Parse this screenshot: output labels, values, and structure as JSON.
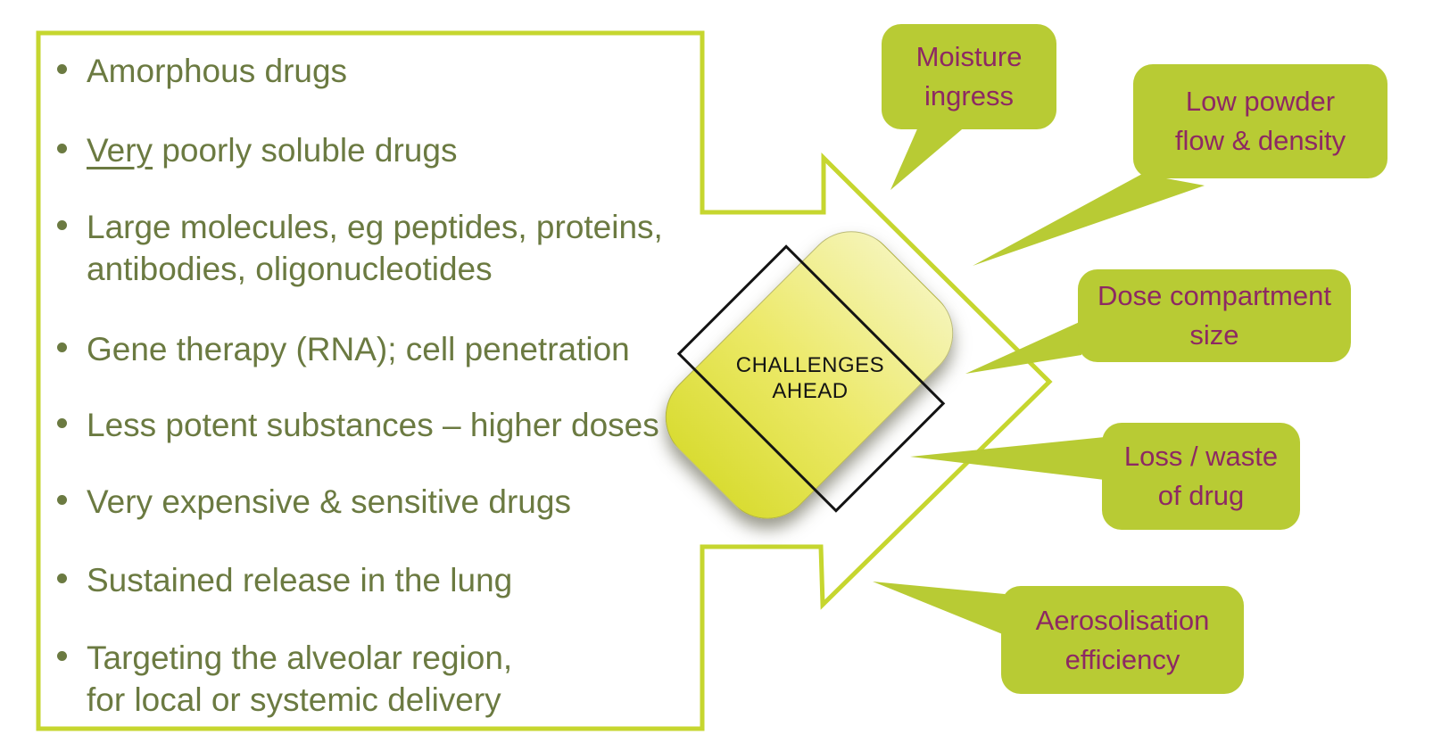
{
  "bullets": [
    {
      "line1": "Amorphous drugs"
    },
    {
      "underlined": "Very",
      "rest": " poorly soluble drugs"
    },
    {
      "line1": "Large molecules, eg peptides, proteins,",
      "line2": "antibodies, oligonucleotides"
    },
    {
      "line1": "Gene therapy (RNA); cell penetration"
    },
    {
      "line1": "Less potent substances – higher doses"
    },
    {
      "line1": "Very expensive & sensitive drugs"
    },
    {
      "line1": "Sustained release in the lung"
    },
    {
      "line1": "Targeting the alveolar region,",
      "line2": "for local or systemic delivery"
    }
  ],
  "center_badge": {
    "line1": "CHALLENGES",
    "line2": "AHEAD"
  },
  "callouts": [
    {
      "name": "moisture-ingress",
      "line1": "Moisture",
      "line2": "ingress"
    },
    {
      "name": "low-powder-flow",
      "line1": "Low powder",
      "line2": "flow & density"
    },
    {
      "name": "dose-compartment",
      "line1": "Dose compartment",
      "line2": "size"
    },
    {
      "name": "loss-waste",
      "line1": "Loss / waste",
      "line2": "of drug"
    },
    {
      "name": "aerosolisation",
      "line1": "Aerosolisation",
      "line2": "efficiency"
    }
  ],
  "colors": {
    "outline_green": "#c6d62f",
    "bubble_green": "#b8cb34",
    "callout_text": "#8d2963",
    "bullet_text": "#6b7a41",
    "badge_light": "#f5f4b6",
    "badge_dark": "#d9dc33"
  }
}
